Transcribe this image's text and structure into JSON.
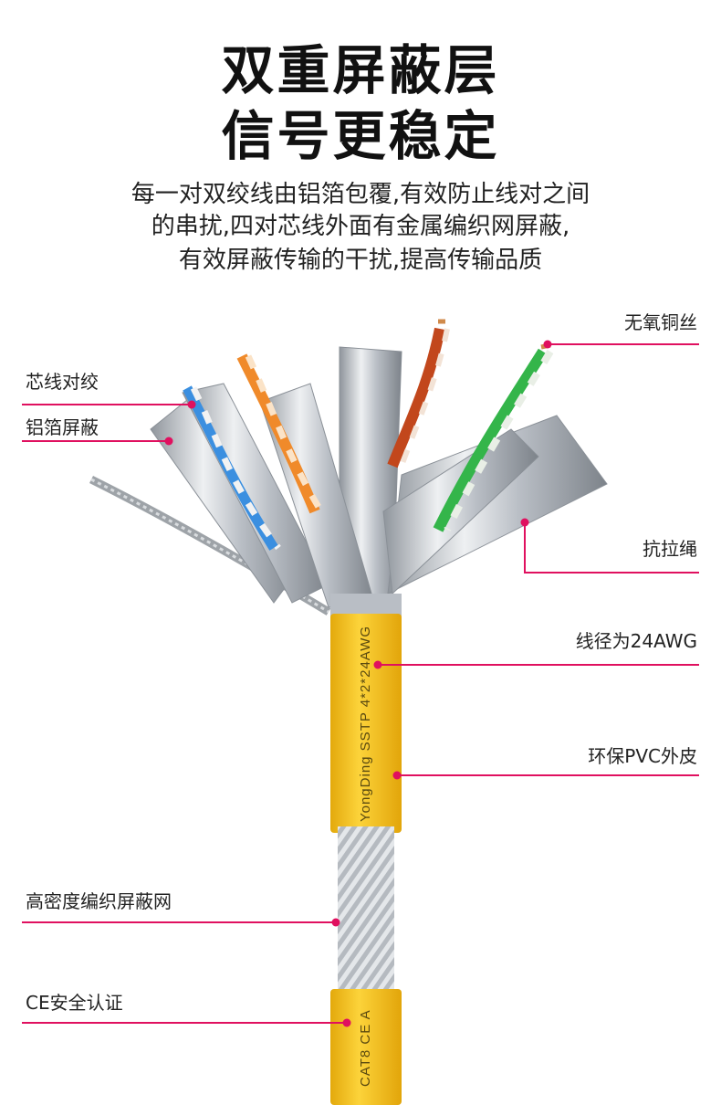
{
  "headline": {
    "line1": "双重屏蔽层",
    "line2": "信号更稳定"
  },
  "description": {
    "line1": "每一对双绞线由铝箔包覆,有效防止线对之间",
    "line2": "的串扰,四对芯线外面有金属编织网屏蔽,",
    "line3": "有效屏蔽传输的干扰,提高传输品质"
  },
  "labels": {
    "twisted_pair": "芯线对绞",
    "foil_shield": "铝箔屏蔽",
    "oxygen_free_copper": "无氧铜丝",
    "rip_cord": "抗拉绳",
    "wire_gauge": "线径为24AWG",
    "pvc_jacket": "环保PVC外皮",
    "braid_shield": "高密度编织屏蔽网",
    "ce_cert": "CE安全认证"
  },
  "cable_print": {
    "upper": "YongDing SSTP 4*2*24AWG",
    "lower": "CAT8  CE  A"
  },
  "colors": {
    "callout": "#e0105f",
    "jacket": "#f7c318",
    "foil": "#c9cdd3",
    "blue_pair": "#3b8fe0",
    "orange_pair": "#f08a2a",
    "brown_pair": "#b8431e",
    "green_pair": "#34b54a"
  }
}
